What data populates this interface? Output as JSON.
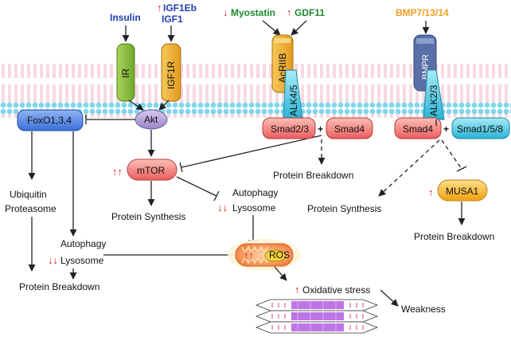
{
  "ligands": {
    "insulin": "Insulin",
    "igf1eb": "IGF1Eb",
    "igf1": "IGF1",
    "myostatin": "Myostatin",
    "gdf11": "GDF11",
    "bmp": "BMP7/13/14"
  },
  "receptors": {
    "ir": "IR",
    "igf1r": "IGF1R",
    "acrIIb": "AcRIIB",
    "alk45": "ALK4/5",
    "bmpr": "BMPR",
    "alk23": "ALK2/3"
  },
  "nodes": {
    "akt": "Akt",
    "foxo": "FoxO1,3,4",
    "mtor": "mTOR",
    "smad23": "Smad2/3",
    "smad4_left": "Smad4",
    "smad4_right": "Smad4",
    "smad158": "Smad1/5/8",
    "musa1": "MUSA1",
    "ros": "ROS",
    "plus1": "+",
    "plus2": "+"
  },
  "labels": {
    "ubiquitin": "Ubiquitin",
    "proteasome": "Proteasome",
    "autophagy_left": "Autophagy",
    "lysosome_left": "Lysosome",
    "protein_breakdown_left": "Protein Breakdown",
    "protein_synthesis_center": "Protein Synthesis",
    "autophagy_center": "Autophagy",
    "lysosome_center": "Lysosome",
    "protein_breakdown_smad": "Protein Breakdown",
    "protein_synthesis_right": "Protein Synthesis",
    "protein_breakdown_right": "Protein Breakdown",
    "oxidative_stress": "Oxidative stress",
    "weakness": "Weakness"
  },
  "arrows": {
    "up_single": "↑",
    "up_double": "↑↑",
    "down_double": "↓↓",
    "down_single": "↓"
  },
  "colors": {
    "membrane_head": "#7fd6ec",
    "membrane_tail": "#f2bcc6",
    "receptor_green": "#8fc43a",
    "receptor_orange": "#f2b43a",
    "blue_node": "#3a6fd8",
    "red_node": "#ef6b6b",
    "cyan_node": "#3cc3e0",
    "musa1": "#f5b224",
    "muscle_fiber": "#b35ce0",
    "up_arrow_red": "#e02424",
    "insulin_blue": "#1f3fb0",
    "myostatin_green": "#1f8a2e",
    "bmp_orange": "#f0a020"
  }
}
